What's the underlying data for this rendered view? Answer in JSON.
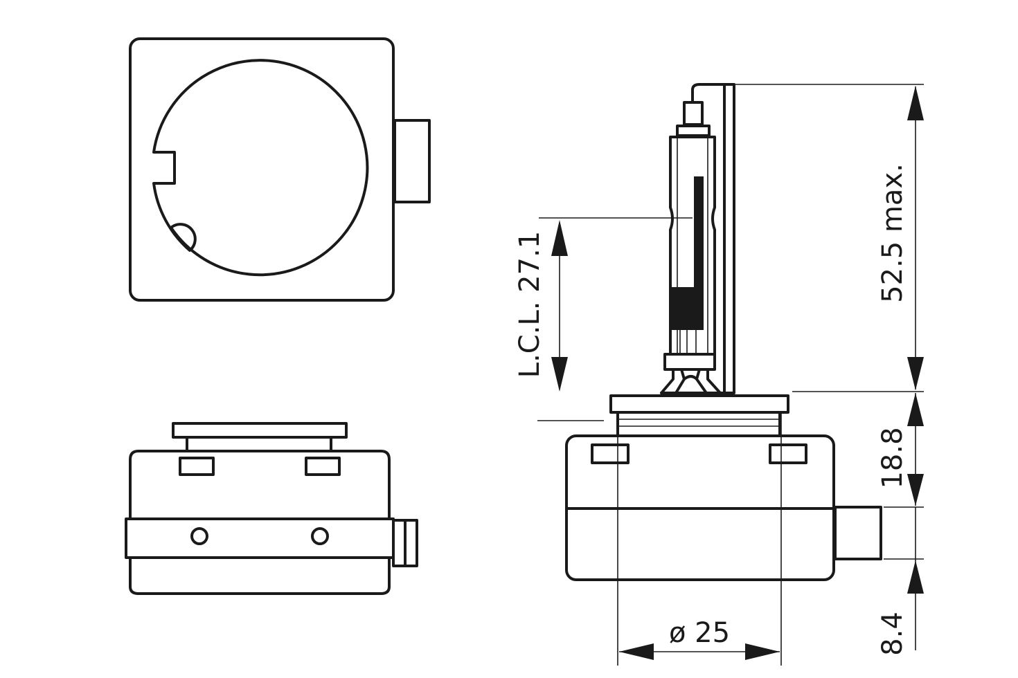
{
  "drawing": {
    "dimensions": {
      "lcl": "L.C.L. 27.1",
      "overall_height": "52.5 max.",
      "base_height": "18.8",
      "connector_height": "8.4",
      "diameter": "ø 25"
    }
  }
}
